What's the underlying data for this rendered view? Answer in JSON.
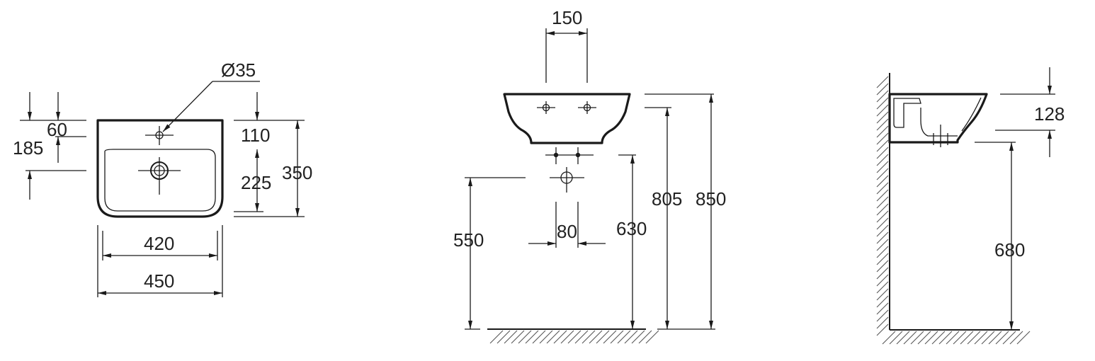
{
  "top_view": {
    "hole_diameter": "Ø35",
    "dim_60": "60",
    "dim_185": "185",
    "dim_110": "110",
    "dim_225": "225",
    "dim_350": "350",
    "dim_420": "420",
    "dim_450": "450"
  },
  "front_view": {
    "dim_150": "150",
    "dim_80": "80",
    "dim_550": "550",
    "dim_630": "630",
    "dim_805": "805",
    "dim_850": "850"
  },
  "side_view": {
    "dim_128": "128",
    "dim_680": "680"
  },
  "colors": {
    "line": "#1a1a1a",
    "text": "#222222",
    "hatch": "#555555"
  }
}
